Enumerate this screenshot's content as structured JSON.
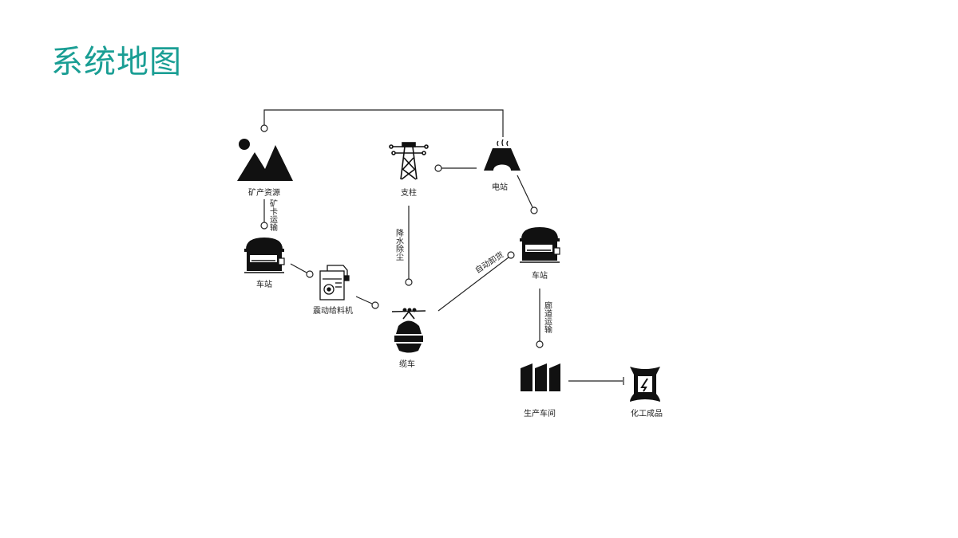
{
  "title": "系统地图",
  "nodes": {
    "mine": "矿产资源",
    "pylon": "支柱",
    "power_station": "电站",
    "station_left": "车站",
    "feeder": "震动给料机",
    "cable_car": "缆车",
    "station_right": "车站",
    "workshop": "生产车间",
    "product": "化工成品"
  },
  "edges": {
    "truck_transport": "矿卡运输",
    "dust_removal": "降水除尘",
    "auto_loading": "自动卸货",
    "tunnel_transport": "廊道运输"
  }
}
